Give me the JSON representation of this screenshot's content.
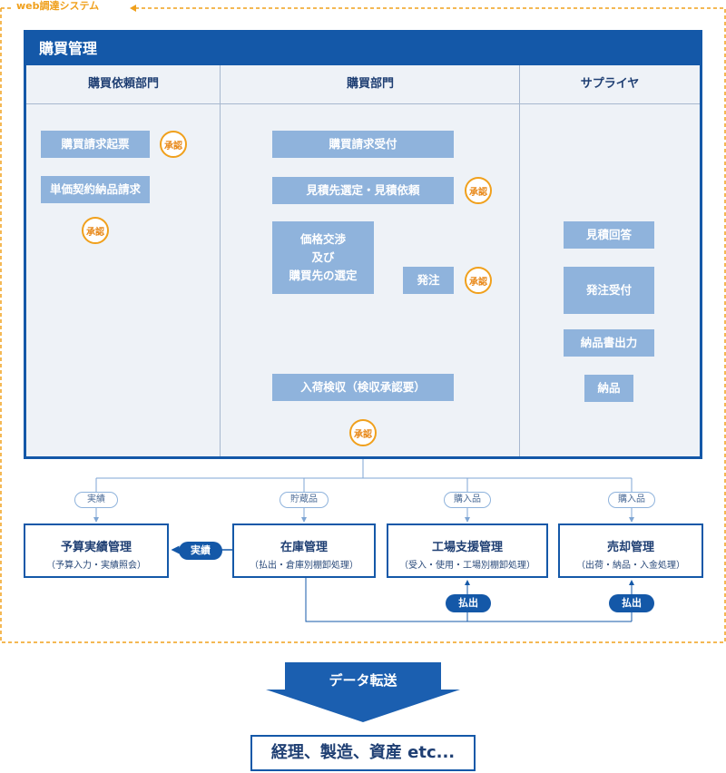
{
  "system_label": "web調達システム",
  "panel": {
    "title": "購買管理",
    "columns": [
      "購買依頼部門",
      "購買部門",
      "サプライヤ"
    ]
  },
  "flow_boxes": {
    "request_start": "購買請求起票",
    "unit_price_request": "単価契約納品請求",
    "request_receive": "購買請求受付",
    "quote_select": "見積先選定・見積依頼",
    "negotiation_l1": "価格交渉",
    "negotiation_l2": "及び",
    "negotiation_l3": "購買先の選定",
    "order": "発注",
    "quote_answer": "見積回答",
    "order_receive": "発注受付",
    "delivery_note": "納品書出力",
    "delivery": "納品",
    "inspection": "入荷検収（検収承認要）"
  },
  "approval_label": "承認",
  "tags": {
    "actual": "実績",
    "stock": "貯蔵品",
    "purchased1": "購入品",
    "purchased2": "購入品"
  },
  "systems": [
    {
      "title": "予算実績管理",
      "sub": "（予算入力・実績照会）"
    },
    {
      "title": "在庫管理",
      "sub": "（払出・倉庫別棚卸処理）"
    },
    {
      "title": "工場支援管理",
      "sub": "（受入・使用・工場別棚卸処理）"
    },
    {
      "title": "売却管理",
      "sub": "（出荷・納品・入金処理）"
    }
  ],
  "pills": {
    "actual": "実績",
    "payout1": "払出",
    "payout2": "払出"
  },
  "transfer_label": "データ転送",
  "output_label": "経理、製造、資産 etc...",
  "colors": {
    "primary": "#1458a8",
    "box_fill": "#8fb3dc",
    "approval": "#f0a01c",
    "panel_bg": "#eef2f7"
  }
}
